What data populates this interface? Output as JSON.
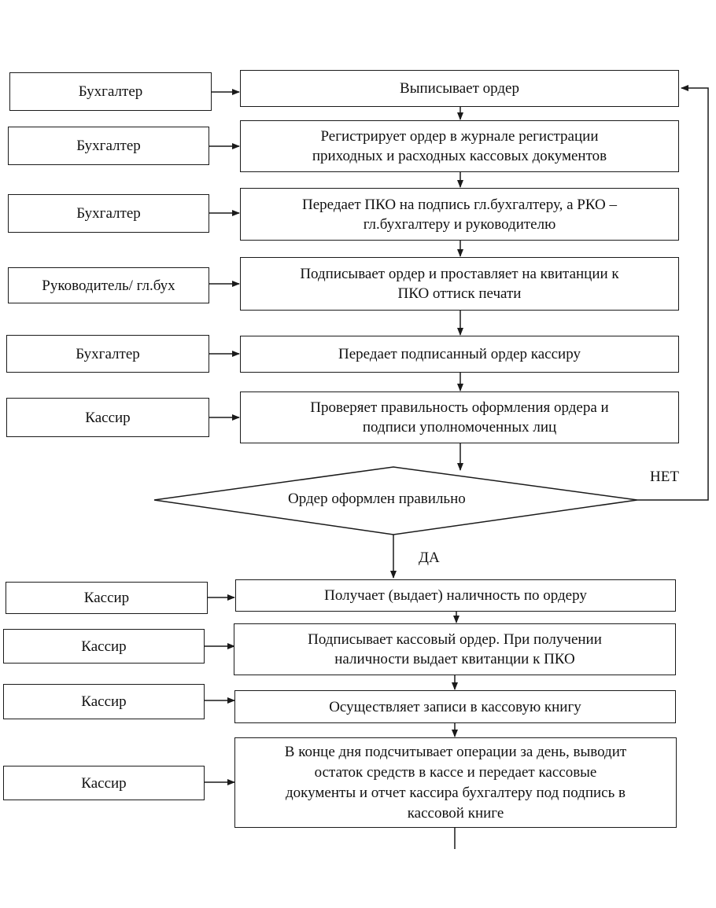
{
  "actors": [
    "Бухгалтер",
    "Бухгалтер",
    "Бухгалтер",
    "Руководитель/ гл.бух",
    "Бухгалтер",
    "Кассир",
    "Кассир",
    "Кассир",
    "Кассир",
    "Кассир"
  ],
  "steps": [
    "Выписывает ордер",
    "Регистрирует ордер в журнале регистрации приходных и расходных кассовых документов",
    "Передает ПКО на подпись гл.бухгалтеру, а РКО – гл.бухгалтеру и руководителю",
    "Подписывает ордер и проставляет на квитанции к ПКО оттиск печати",
    "Передает подписанный ордер кассиру",
    "Проверяет правильность оформления ордера и подписи уполномоченных лиц",
    "Получает (выдает) наличность по ордеру",
    "Подписывает кассовый ордер. При получении наличности выдает квитанции к ПКО",
    "Осуществляет записи в кассовую книгу",
    "В конце дня подсчитывает операции за день, выводит остаток средств в кассе и передает кассовые документы и отчет кассира бухгалтеру под подпись в кассовой книге"
  ],
  "step_lines": {
    "s1": [
      "Регистрирует ордер в журнале регистрации",
      "приходных и расходных кассовых документов"
    ],
    "s2": [
      "Передает ПКО на подпись гл.бухгалтеру, а РКО –",
      "гл.бухгалтеру и руководителю"
    ],
    "s3": [
      "Подписывает ордер и проставляет на квитанции к",
      "ПКО оттиск печати"
    ],
    "s5": [
      "Проверяет правильность оформления ордера и",
      "подписи уполномоченных лиц"
    ],
    "s7": [
      "Подписывает кассовый ордер. При получении",
      "наличности выдает квитанции к ПКО"
    ],
    "s9": [
      "В конце дня подсчитывает операции за день, выводит",
      "остаток средств в кассе и передает кассовые",
      "документы и отчет кассира бухгалтеру под подпись в",
      "кассовой книге"
    ]
  },
  "decision": {
    "question": "Ордер оформлен правильно",
    "yes_label": "ДА",
    "no_label": "НЕТ"
  }
}
